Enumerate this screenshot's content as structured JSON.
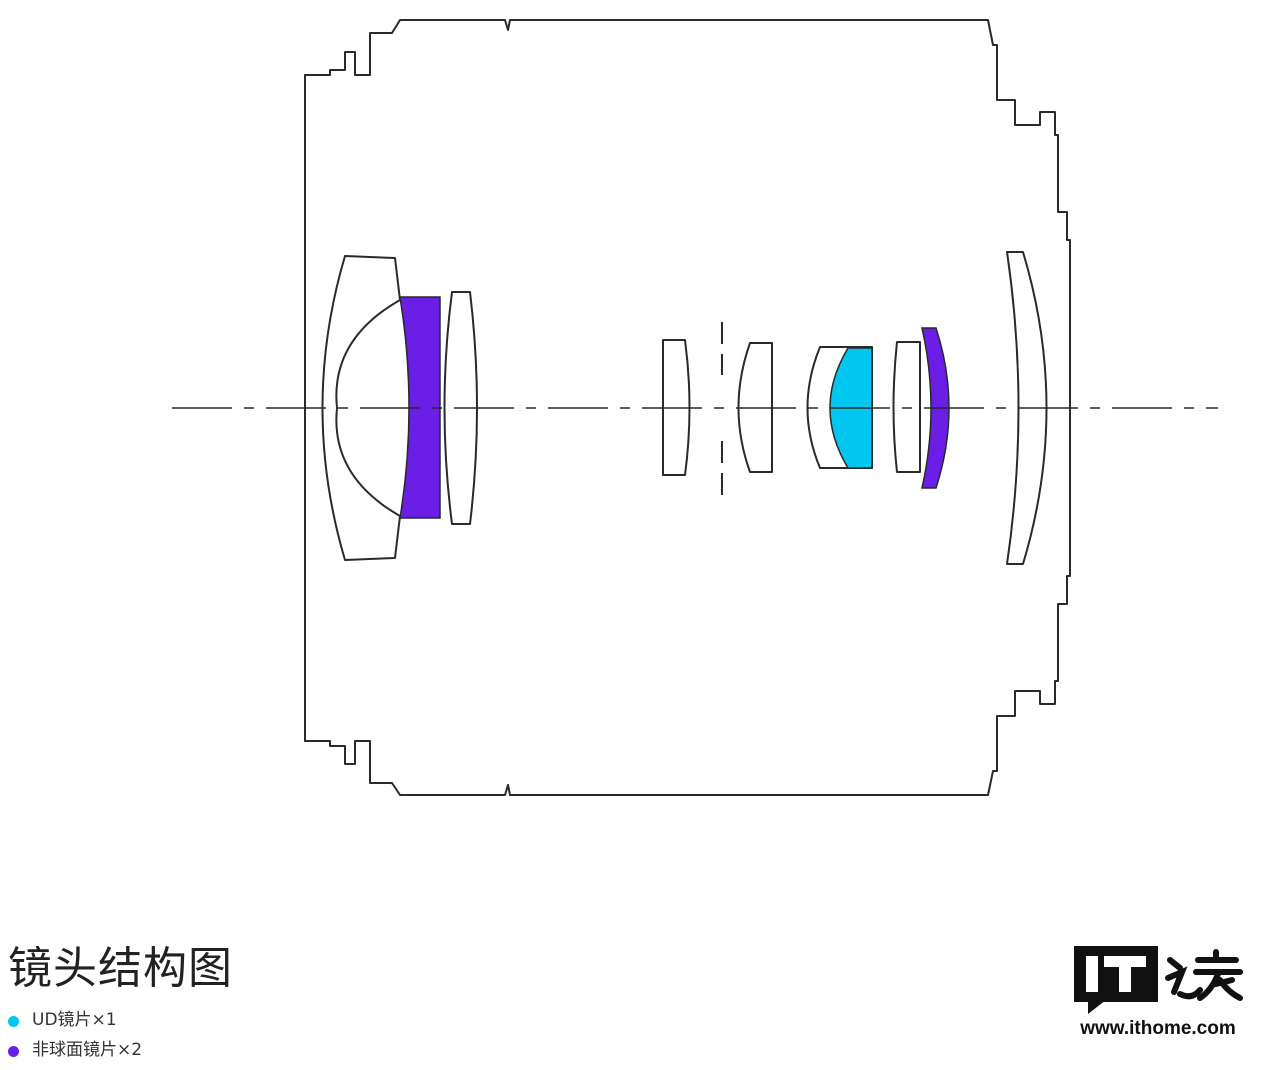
{
  "diagram": {
    "title": "镜头结构图",
    "legend": [
      {
        "label": "UD镜片×1",
        "color": "#00c6f0"
      },
      {
        "label": "非球面镜片×2",
        "color": "#6a1ee6"
      }
    ]
  },
  "logo": {
    "text": "IT之家",
    "url": "www.ithome.com"
  },
  "colors": {
    "outline": "#2a2a2a",
    "ud_element": "#00c6f0",
    "aspherical_element": "#6a1ee6"
  }
}
